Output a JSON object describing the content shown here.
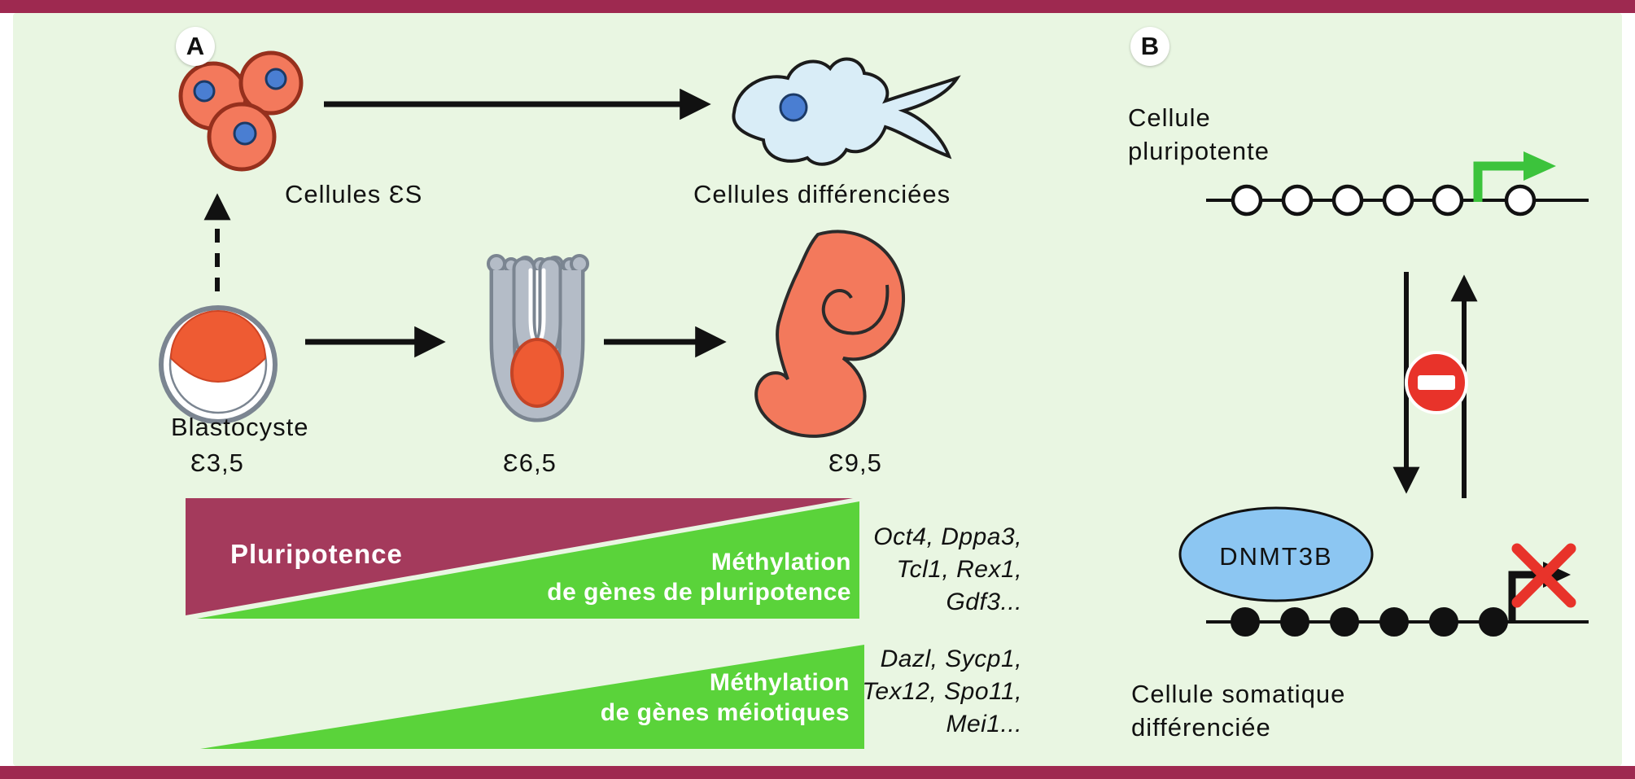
{
  "colors": {
    "bar": "#9e2950",
    "bg": "#e9f6e2",
    "wedge-maroon": "#a43a5c",
    "wedge-green": "#5ad33a",
    "salmon": "#f3795c",
    "salmon-dark": "#96301d",
    "nucleus": "#4a7ed2",
    "nucleus-dark": "#1c3a66",
    "cell-blue": "#d9edf7",
    "dnmt-blue": "#8cc6f2",
    "arrow-green": "#3cc33c",
    "red": "#e8332a",
    "gray-outline": "#7b8591",
    "gray-fill": "#b4bcc7",
    "orange": "#ee5b33",
    "ink": "#111111"
  },
  "panelA": {
    "badge": "A",
    "es_label": "Cellules ƐS",
    "diff_label": "Cellules différenciées",
    "blastocyst_label": "Blastocyste",
    "stage1": "Ɛ3,5",
    "stage2": "Ɛ6,5",
    "stage3": "Ɛ9,5",
    "pluripotence": "Pluripotence",
    "meth_pluri_1": "Méthylation",
    "meth_pluri_2": "de gènes de pluripotence",
    "genes_pluri": [
      "Oct4, Dppa3,",
      "Tcl1, Rex1,",
      "Gdf3..."
    ],
    "meth_meio_1": "Méthylation",
    "meth_meio_2": "de gènes méiotiques",
    "genes_meio": [
      "Dazl, Sycp1,",
      "Tex12, Spo11,",
      "Mei1..."
    ]
  },
  "panelB": {
    "badge": "B",
    "pluripotent_1": "Cellule",
    "pluripotent_2": "pluripotente",
    "enzyme": "DNMT3B",
    "somatic_1": "Cellule somatique",
    "somatic_2": "différenciée"
  }
}
